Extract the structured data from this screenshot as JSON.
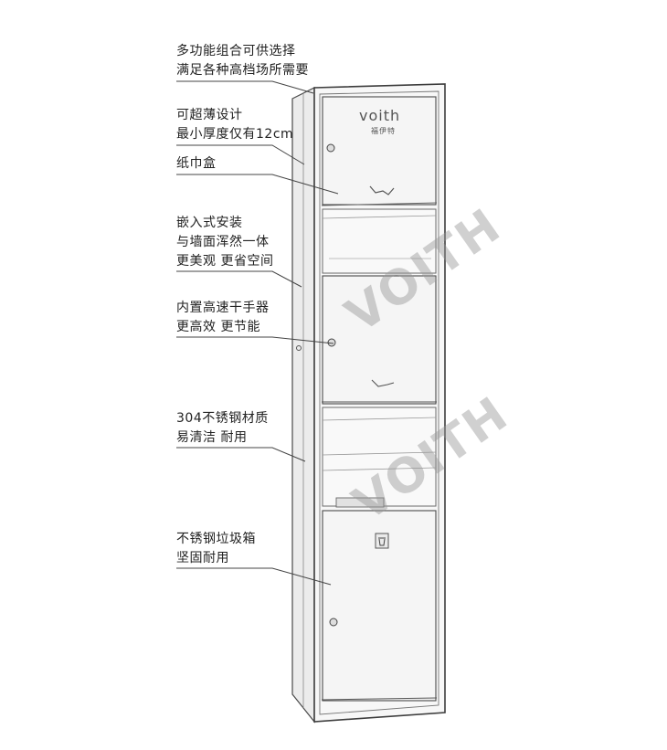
{
  "product": {
    "brand_name": "voith",
    "brand_subtitle": "福伊特",
    "watermark_text": "VOITH"
  },
  "annotations": [
    {
      "id": "multi-combo",
      "lines": [
        "多功能组合可供选择",
        "满足各种高档场所需要"
      ]
    },
    {
      "id": "ultra-thin",
      "lines": [
        "可超薄设计",
        "最小厚度仅有12cm"
      ]
    },
    {
      "id": "tissue-box",
      "lines": [
        "纸巾盒"
      ]
    },
    {
      "id": "recessed",
      "lines": [
        "嵌入式安装",
        "与墙面浑然一体",
        "更美观 更省空间"
      ]
    },
    {
      "id": "hand-dryer",
      "lines": [
        "内置高速干手器",
        "更高效 更节能"
      ]
    },
    {
      "id": "stainless-304",
      "lines": [
        "304不锈钢材质",
        "易清洁 耐用"
      ]
    },
    {
      "id": "trash-bin",
      "lines": [
        "不锈钢垃圾箱",
        "坚固耐用"
      ]
    }
  ],
  "colors": {
    "outline": "#4a4a4a",
    "panel": "#f4f4f4",
    "shade": "#d8d8d8"
  }
}
